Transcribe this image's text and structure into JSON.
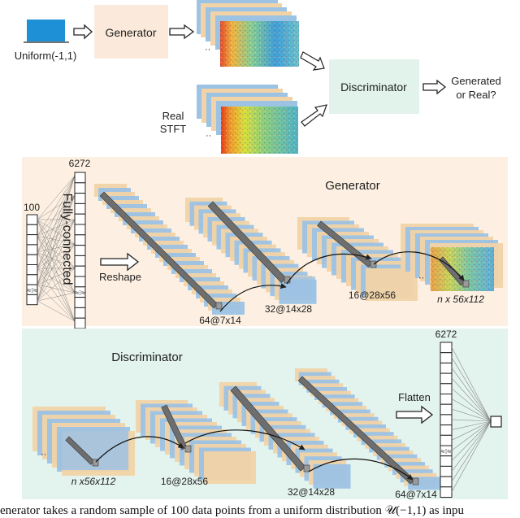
{
  "top": {
    "noise_label": "Uniform(-1,1)",
    "generator": "Generator",
    "discriminator": "Discriminator",
    "output": [
      "Generated",
      "or Real?"
    ],
    "real_label": [
      "Real",
      "STFT"
    ]
  },
  "generator_panel": {
    "title": "Generator",
    "input_size": "100",
    "fc_size": "6272",
    "fc_label": "Fully-connected",
    "reshape": "Reshape",
    "layers": [
      "64@7x14",
      "32@14x28",
      "16@28x56",
      "n x 56x112"
    ]
  },
  "discriminator_panel": {
    "title": "Discriminator",
    "layers": [
      "n x56x112",
      "16@28x56",
      "32@14x28",
      "64@7x14"
    ],
    "flatten": "Flatten",
    "flat_size": "6272"
  },
  "caption": "enerator takes a random sample of 100 data points from a uniform distribution 𝒰(−1,1) as inpu",
  "colors": {
    "noise_box": "#1e90d6",
    "generator_box": "#fbeadb",
    "discriminator_box": "#e2f3ec",
    "gen_panel_bg": "#fdf0e2",
    "disc_panel_bg": "#e3f3ee",
    "stack_blue": "#9cc2e4",
    "stack_tan": "#f1d3a7"
  }
}
